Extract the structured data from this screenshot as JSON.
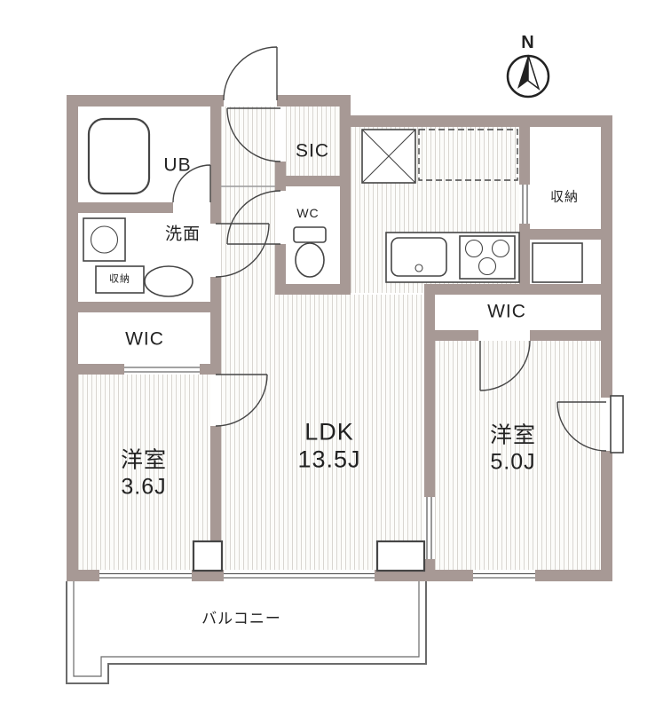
{
  "compass": {
    "north_label": "N"
  },
  "rooms": {
    "unit_bath": {
      "label": "UB"
    },
    "shoe_closet": {
      "label": "SIC"
    },
    "toilet": {
      "label": "WC"
    },
    "washroom": {
      "label": "洗面"
    },
    "washroom_storage": {
      "label": "収納"
    },
    "wic_left": {
      "label": "WIC"
    },
    "bedroom_left": {
      "name": "洋室",
      "size": "3.6J"
    },
    "ldk": {
      "name": "LDK",
      "size": "13.5J"
    },
    "storage_right": {
      "label": "収納"
    },
    "wic_right": {
      "label": "WIC"
    },
    "bedroom_right": {
      "name": "洋室",
      "size": "5.0J"
    },
    "balcony": {
      "label": "バルコニー"
    }
  },
  "colors": {
    "wall": "#a79995",
    "line": "#454545",
    "text": "#222222",
    "stripe": "#d9d6d1"
  }
}
